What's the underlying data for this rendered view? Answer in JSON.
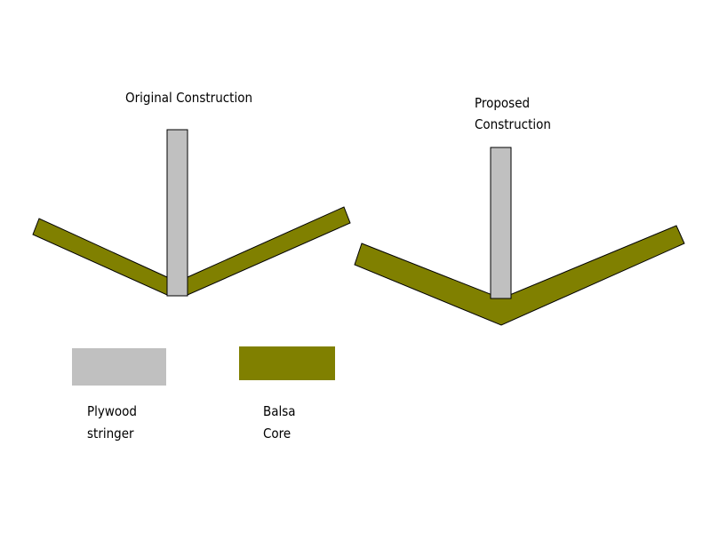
{
  "diagram": {
    "original_title": "Original Construction",
    "proposed_title_line1": "Proposed",
    "proposed_title_line2": "Construction",
    "legend": {
      "plywood_line1": "Plywood",
      "plywood_line2": "stringer",
      "balsa_line1": "Balsa",
      "balsa_line2": "Core"
    }
  },
  "colors": {
    "plywood": "#c0c0c0",
    "balsa": "#808000",
    "outline": "#000000",
    "background": "#ffffff"
  }
}
